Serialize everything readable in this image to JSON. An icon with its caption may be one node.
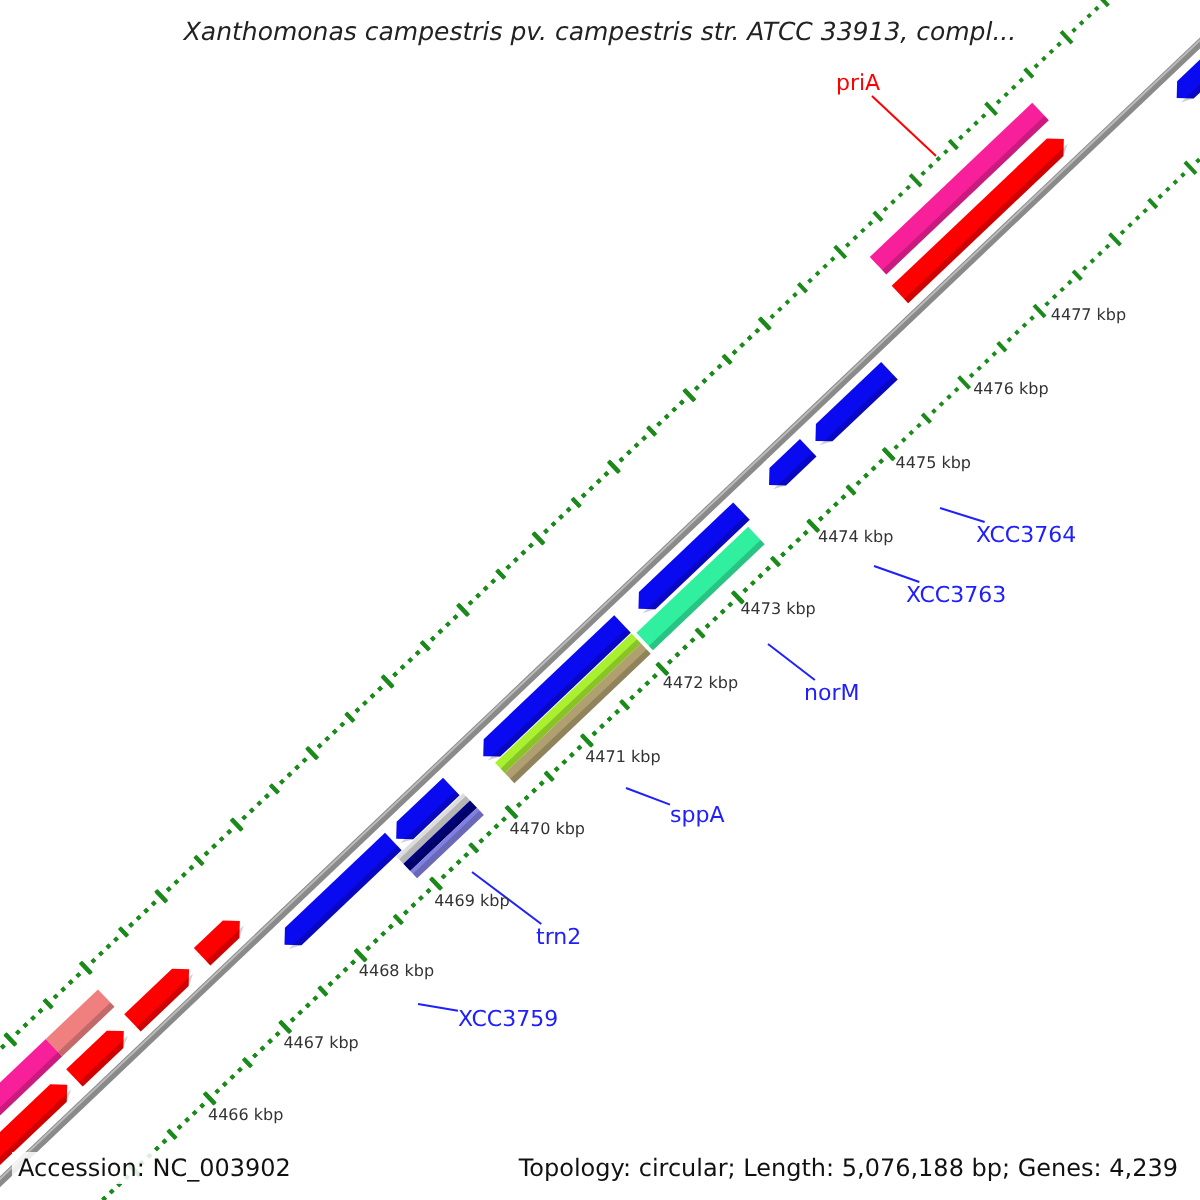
{
  "diagram": {
    "title": "Xanthomonas campestris pv. campestris str. ATCC 33913, compl...",
    "nodes": [
      {
        "text": [
          "priA"
        ]
      },
      {
        "text": [
          "XCC3764"
        ]
      },
      {
        "text": [
          "XCC3763"
        ]
      },
      {
        "text": [
          "norM"
        ]
      },
      {
        "text": [
          "sppA"
        ]
      },
      {
        "text": [
          "trn2"
        ]
      },
      {
        "text": [
          "XCC3759"
        ]
      }
    ],
    "edges": [
      {
        "from": 0,
        "to": null,
        "arrow": "none",
        "color": "#ff0000"
      },
      {
        "from": 1,
        "to": null,
        "arrow": "none"
      },
      {
        "from": 2,
        "to": null,
        "arrow": "none"
      },
      {
        "from": 3,
        "to": null,
        "arrow": "none"
      },
      {
        "from": 4,
        "to": null,
        "arrow": "none"
      },
      {
        "from": 5,
        "to": null,
        "arrow": "none"
      },
      {
        "from": 6,
        "to": null,
        "arrow": "none"
      }
    ],
    "labels": [
      "4477 kbp",
      "4476 kbp",
      "4475 kbp",
      "4474 kbp",
      "4473 kbp",
      "4472 kbp",
      "4471 kbp",
      "4470 kbp",
      "4469 kbp",
      "4468 kbp",
      "4467 kbp",
      "4466 kbp",
      "Accession: NC_003902",
      "Topology: circular; Length: 5,076,188 bp; Genes: 4,239"
    ]
  }
}
